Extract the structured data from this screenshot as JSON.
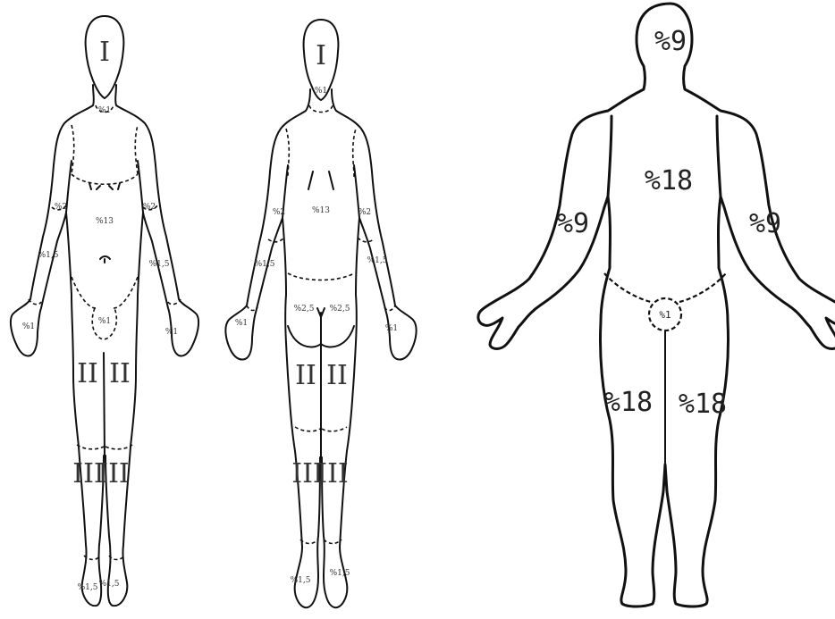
{
  "figures": {
    "front": {
      "head": "I",
      "neck": "%1",
      "trunk": "%13",
      "upper_arm_left": "%2",
      "upper_arm_right": "%2",
      "forearm_left": "%1,5",
      "forearm_right": "%1,5",
      "hand_left": "%1",
      "hand_right": "%1",
      "genital": "%1",
      "thigh_left": "II",
      "thigh_right": "II",
      "leg_left": "III",
      "leg_right": "III",
      "foot_left": "%1,5",
      "foot_right": "%1,5"
    },
    "back": {
      "head": "I",
      "neck": "%1",
      "trunk": "%13",
      "upper_arm_left": "%2",
      "upper_arm_right": "%2",
      "forearm_left": "%1,5",
      "forearm_right": "%1,5",
      "hand_left": "%1",
      "hand_right": "%1",
      "buttock_left": "%2,5",
      "buttock_right": "%2,5",
      "thigh_left": "II",
      "thigh_right": "II",
      "leg_left": "III",
      "leg_right": "III",
      "foot_left": "%1,5",
      "foot_right": "%1,5"
    },
    "rule_of_nines": {
      "head": "%9",
      "trunk": "%18",
      "arm_left": "%9",
      "arm_right": "%9",
      "genital": "%1",
      "leg_left": "%18",
      "leg_right": "%18"
    }
  }
}
